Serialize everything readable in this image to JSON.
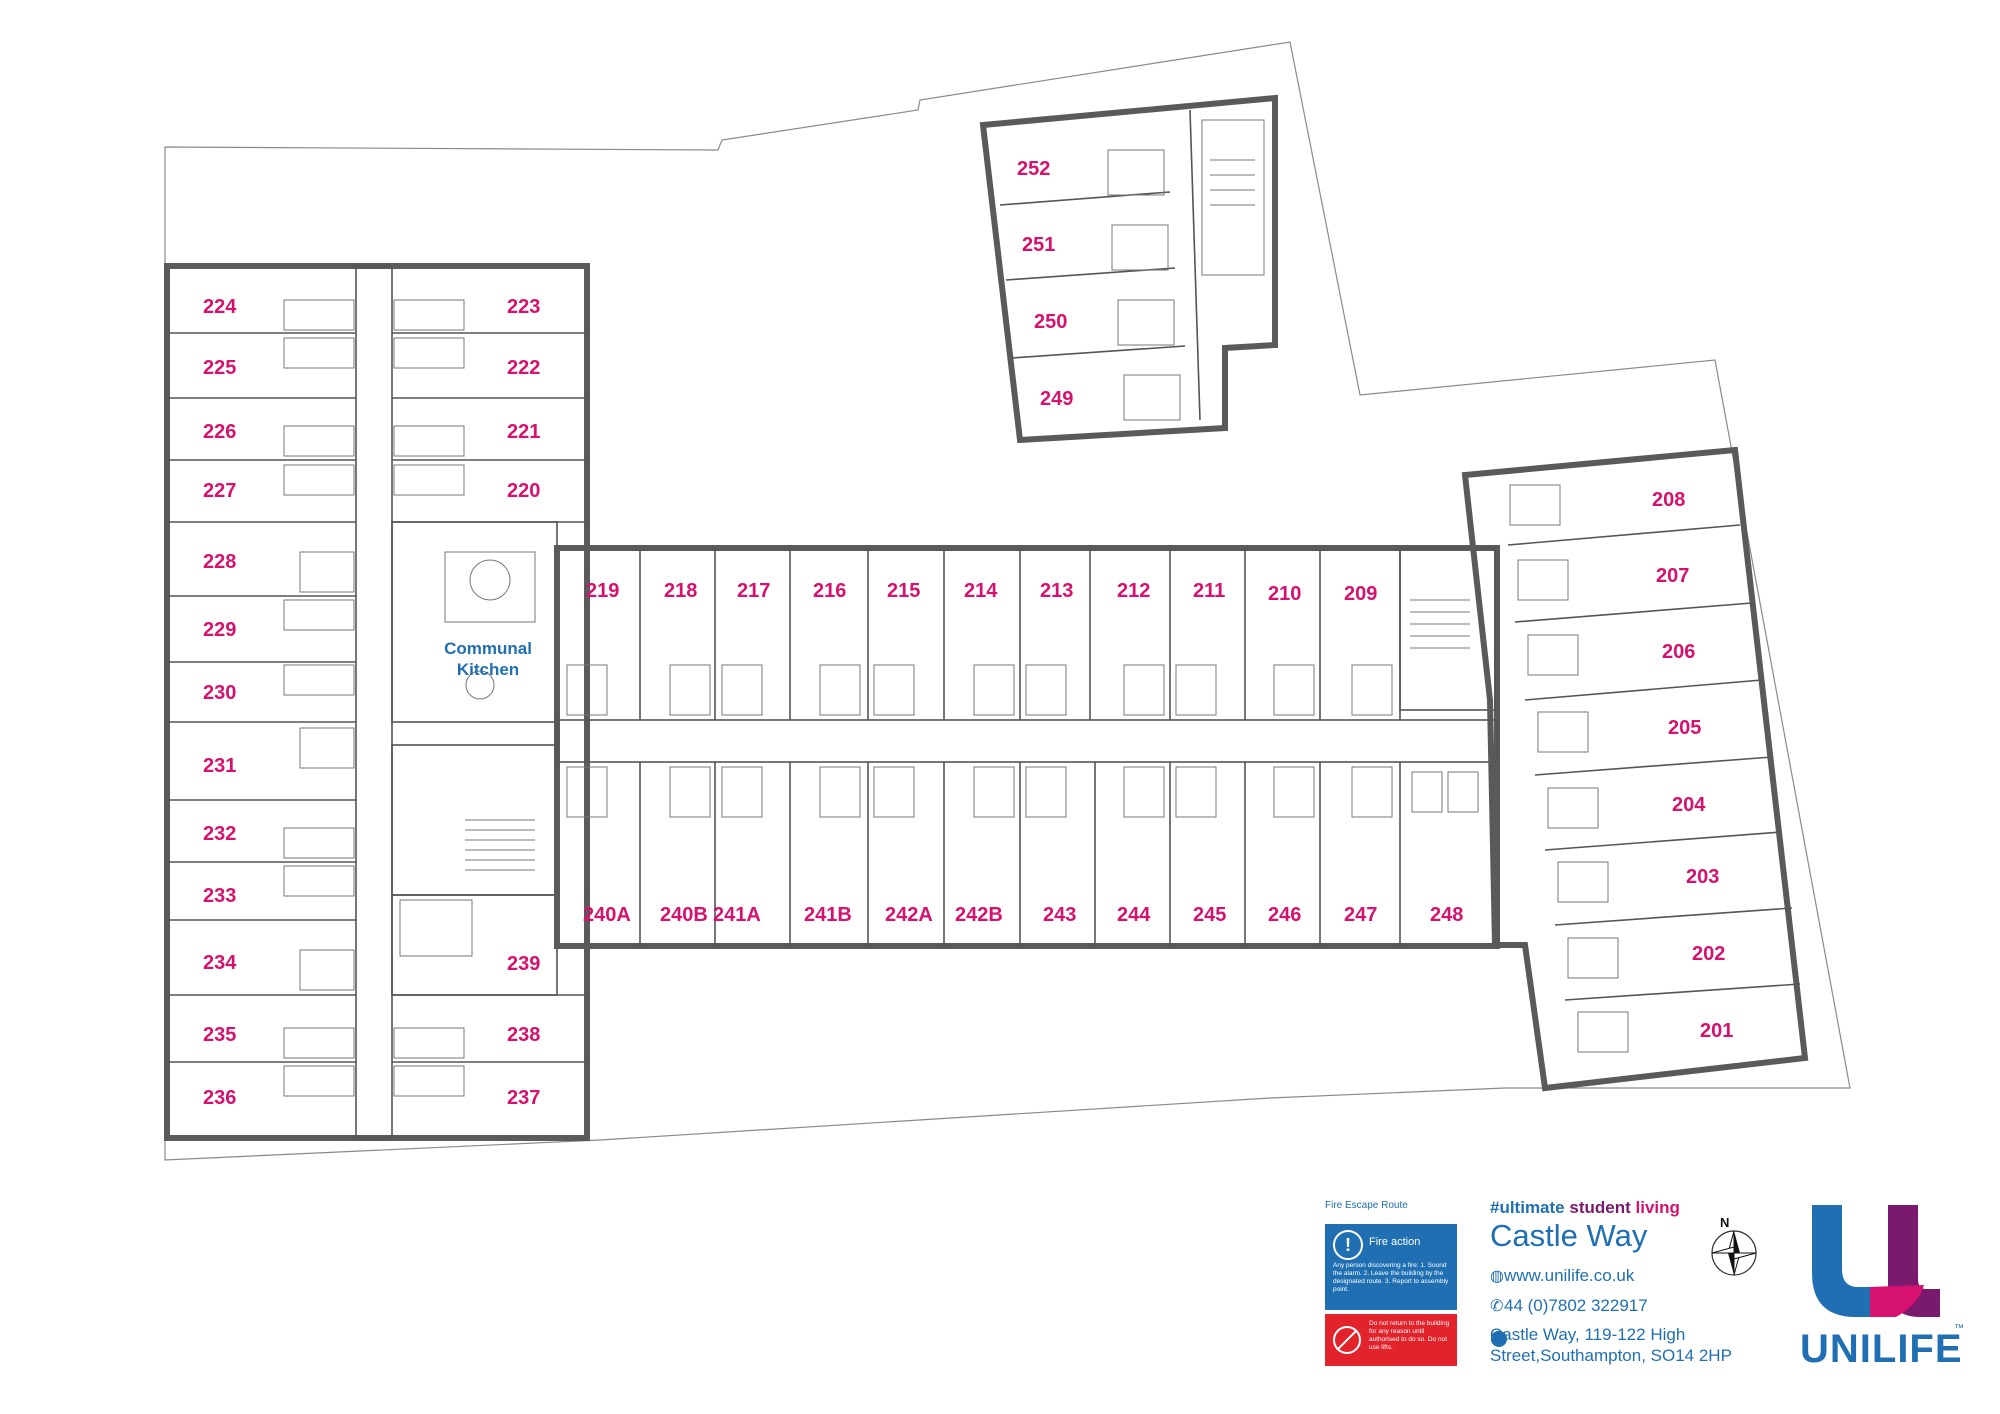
{
  "rooms": [
    {
      "id": "224",
      "label": "224"
    },
    {
      "id": "225",
      "label": "225"
    },
    {
      "id": "226",
      "label": "226"
    },
    {
      "id": "227",
      "label": "227"
    },
    {
      "id": "228",
      "label": "228"
    },
    {
      "id": "229",
      "label": "229"
    },
    {
      "id": "230",
      "label": "230"
    },
    {
      "id": "231",
      "label": "231"
    },
    {
      "id": "232",
      "label": "232"
    },
    {
      "id": "233",
      "label": "233"
    },
    {
      "id": "234",
      "label": "234"
    },
    {
      "id": "235",
      "label": "235"
    },
    {
      "id": "236",
      "label": "236"
    },
    {
      "id": "223",
      "label": "223"
    },
    {
      "id": "222",
      "label": "222"
    },
    {
      "id": "221",
      "label": "221"
    },
    {
      "id": "220",
      "label": "220"
    },
    {
      "id": "239",
      "label": "239"
    },
    {
      "id": "238",
      "label": "238"
    },
    {
      "id": "237",
      "label": "237"
    },
    {
      "id": "219",
      "label": "219"
    },
    {
      "id": "218",
      "label": "218"
    },
    {
      "id": "217",
      "label": "217"
    },
    {
      "id": "216",
      "label": "216"
    },
    {
      "id": "215",
      "label": "215"
    },
    {
      "id": "214",
      "label": "214"
    },
    {
      "id": "213",
      "label": "213"
    },
    {
      "id": "212",
      "label": "212"
    },
    {
      "id": "211",
      "label": "211"
    },
    {
      "id": "210",
      "label": "210"
    },
    {
      "id": "209",
      "label": "209"
    },
    {
      "id": "240A",
      "label": "240A"
    },
    {
      "id": "240B",
      "label": "240B"
    },
    {
      "id": "241A",
      "label": "241A"
    },
    {
      "id": "241B",
      "label": "241B"
    },
    {
      "id": "242A",
      "label": "242A"
    },
    {
      "id": "242B",
      "label": "242B"
    },
    {
      "id": "243",
      "label": "243"
    },
    {
      "id": "244",
      "label": "244"
    },
    {
      "id": "245",
      "label": "245"
    },
    {
      "id": "246",
      "label": "246"
    },
    {
      "id": "247",
      "label": "247"
    },
    {
      "id": "248",
      "label": "248"
    },
    {
      "id": "252",
      "label": "252"
    },
    {
      "id": "251",
      "label": "251"
    },
    {
      "id": "250",
      "label": "250"
    },
    {
      "id": "249",
      "label": "249"
    },
    {
      "id": "208",
      "label": "208"
    },
    {
      "id": "207",
      "label": "207"
    },
    {
      "id": "206",
      "label": "206"
    },
    {
      "id": "205",
      "label": "205"
    },
    {
      "id": "204",
      "label": "204"
    },
    {
      "id": "203",
      "label": "203"
    },
    {
      "id": "202",
      "label": "202"
    },
    {
      "id": "201",
      "label": "201"
    }
  ],
  "kitchen": {
    "line1": "Communal",
    "line2": "Kitchen"
  },
  "fire": {
    "title": "Fire Escape Route",
    "action_header": "Fire action",
    "action_icon": "!",
    "action_text": "Any person discovering a fire: 1. Sound the alarm. 2. Leave the building by the designated route. 3. Report to assembly point.",
    "warning_text": "Do not return to the building for any reason until authorised to do so. Do not use lifts.",
    "colors": {
      "blue": "#1f6fb2",
      "red": "#e3232b"
    }
  },
  "info": {
    "tag_a": "#ultimate",
    "tag_b": "student",
    "tag_c": "living",
    "site_name": "Castle Way",
    "web": "www.unilife.co.uk",
    "phone": "44 (0)7802 322917",
    "address": "Castle Way, 119-122 High Street,Southampton, SO14 2HP",
    "icons": [
      "globe-icon",
      "phone-icon",
      "location-pin-icon"
    ]
  },
  "compass": {
    "label": "N"
  },
  "logo": {
    "text": "UNILIFE",
    "tm": "™",
    "colors": {
      "blue": "#1f6fb2",
      "purple": "#7a1a6e",
      "pink": "#d6116f"
    }
  }
}
